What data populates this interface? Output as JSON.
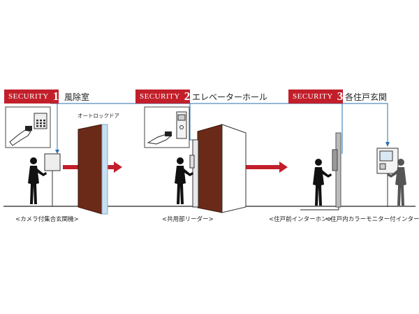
{
  "stages": [
    {
      "security_word": "SECURITY",
      "number": "1",
      "area": "風除室",
      "caption": "<カメラ付集合玄関機>"
    },
    {
      "security_word": "SECURITY",
      "number": "2",
      "area": "エレベーターホール",
      "caption": "<共用部リーダー>"
    },
    {
      "security_word": "SECURITY",
      "number": "3",
      "area": "各住戸玄関",
      "caption_left": "<住戸前インターホン>",
      "caption_right": "<住戸内カラーモニター付インターホン>"
    }
  ],
  "door_label": "オートロックドア",
  "colors": {
    "badge": "#c21f2b",
    "arrow": "#c21f2b",
    "door": "#6b2a18",
    "door_glass": "#c9dff0",
    "connector": "#2a6fb0",
    "silhouette": "#111111"
  },
  "icons": [
    "card-reader-icon",
    "hand-card-icon",
    "keypad-icon",
    "intercom-icon",
    "monitor-icon",
    "person-silhouette-icon"
  ]
}
